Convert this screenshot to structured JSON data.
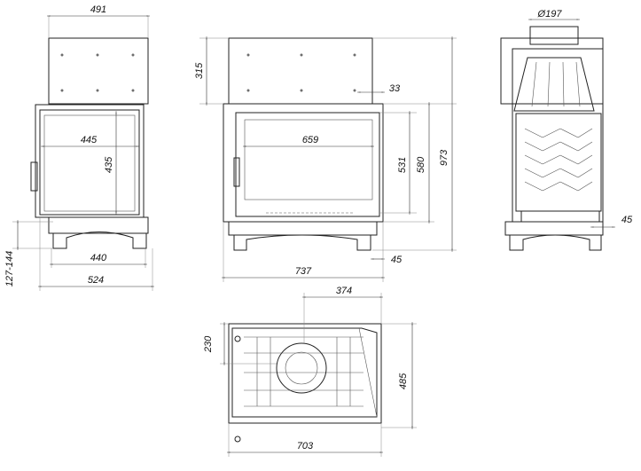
{
  "front_view": {
    "width_top": "491",
    "glass_width": "445",
    "glass_height": "435",
    "base_width": "440",
    "overall_width": "524",
    "leg_height": "127-144"
  },
  "front_view_2": {
    "top_height": "315",
    "offset": "33",
    "glass_width": "659",
    "door_height": "531",
    "frame_height": "580",
    "total_height": "973",
    "side_offset": "45",
    "overall_width": "737"
  },
  "side_view": {
    "flue_diameter": "Ø197",
    "side_offset": "45"
  },
  "top_view": {
    "depth_offset": "374",
    "flue_offset": "230",
    "depth": "485",
    "width": "703"
  }
}
